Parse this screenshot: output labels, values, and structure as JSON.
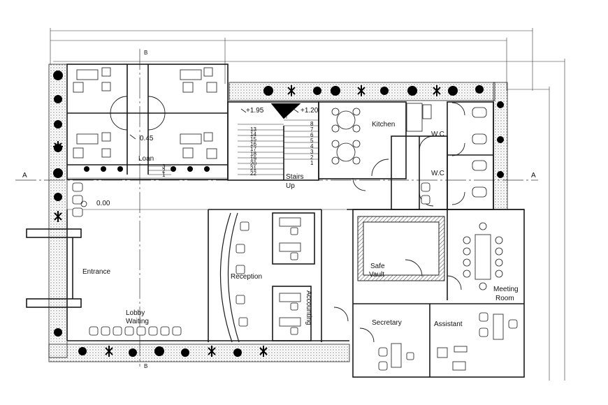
{
  "rooms": {
    "loan": "Loan",
    "kitchen": "Kitchen",
    "wc_top": "W.C",
    "wc_bottom": "W.C",
    "stairs": "Stairs",
    "stairs_up": "Up",
    "entrance": "Entrance",
    "reception": "Reception",
    "safe": "Safe",
    "vault": "Vault",
    "meeting": "Meeting",
    "meeting_room": "Room",
    "secretary": "Secretary",
    "assistant": "Assistant",
    "accounting": "Accounting",
    "lobby": "Lobby",
    "waiting": "Waiting"
  },
  "levels": {
    "l1": "+1.95",
    "l2": "+1.20",
    "l3": "0.45",
    "l4": "0.00"
  },
  "section_marks": {
    "a_left": "A",
    "a_right": "A",
    "b_top": "B",
    "b_bottom": "B"
  },
  "stair_steps_left": [
    "13",
    "14",
    "15",
    "16",
    "17",
    "18",
    "19",
    "20",
    "21",
    "22"
  ],
  "stair_steps_right": [
    "8",
    "7",
    "6",
    "5",
    "4",
    "3",
    "2",
    "1"
  ],
  "stair_steps_landing": [
    "3",
    "2",
    "1"
  ],
  "colors": {
    "line": "#1a1a1a",
    "hatch": "#555555",
    "plant": "#000000"
  }
}
